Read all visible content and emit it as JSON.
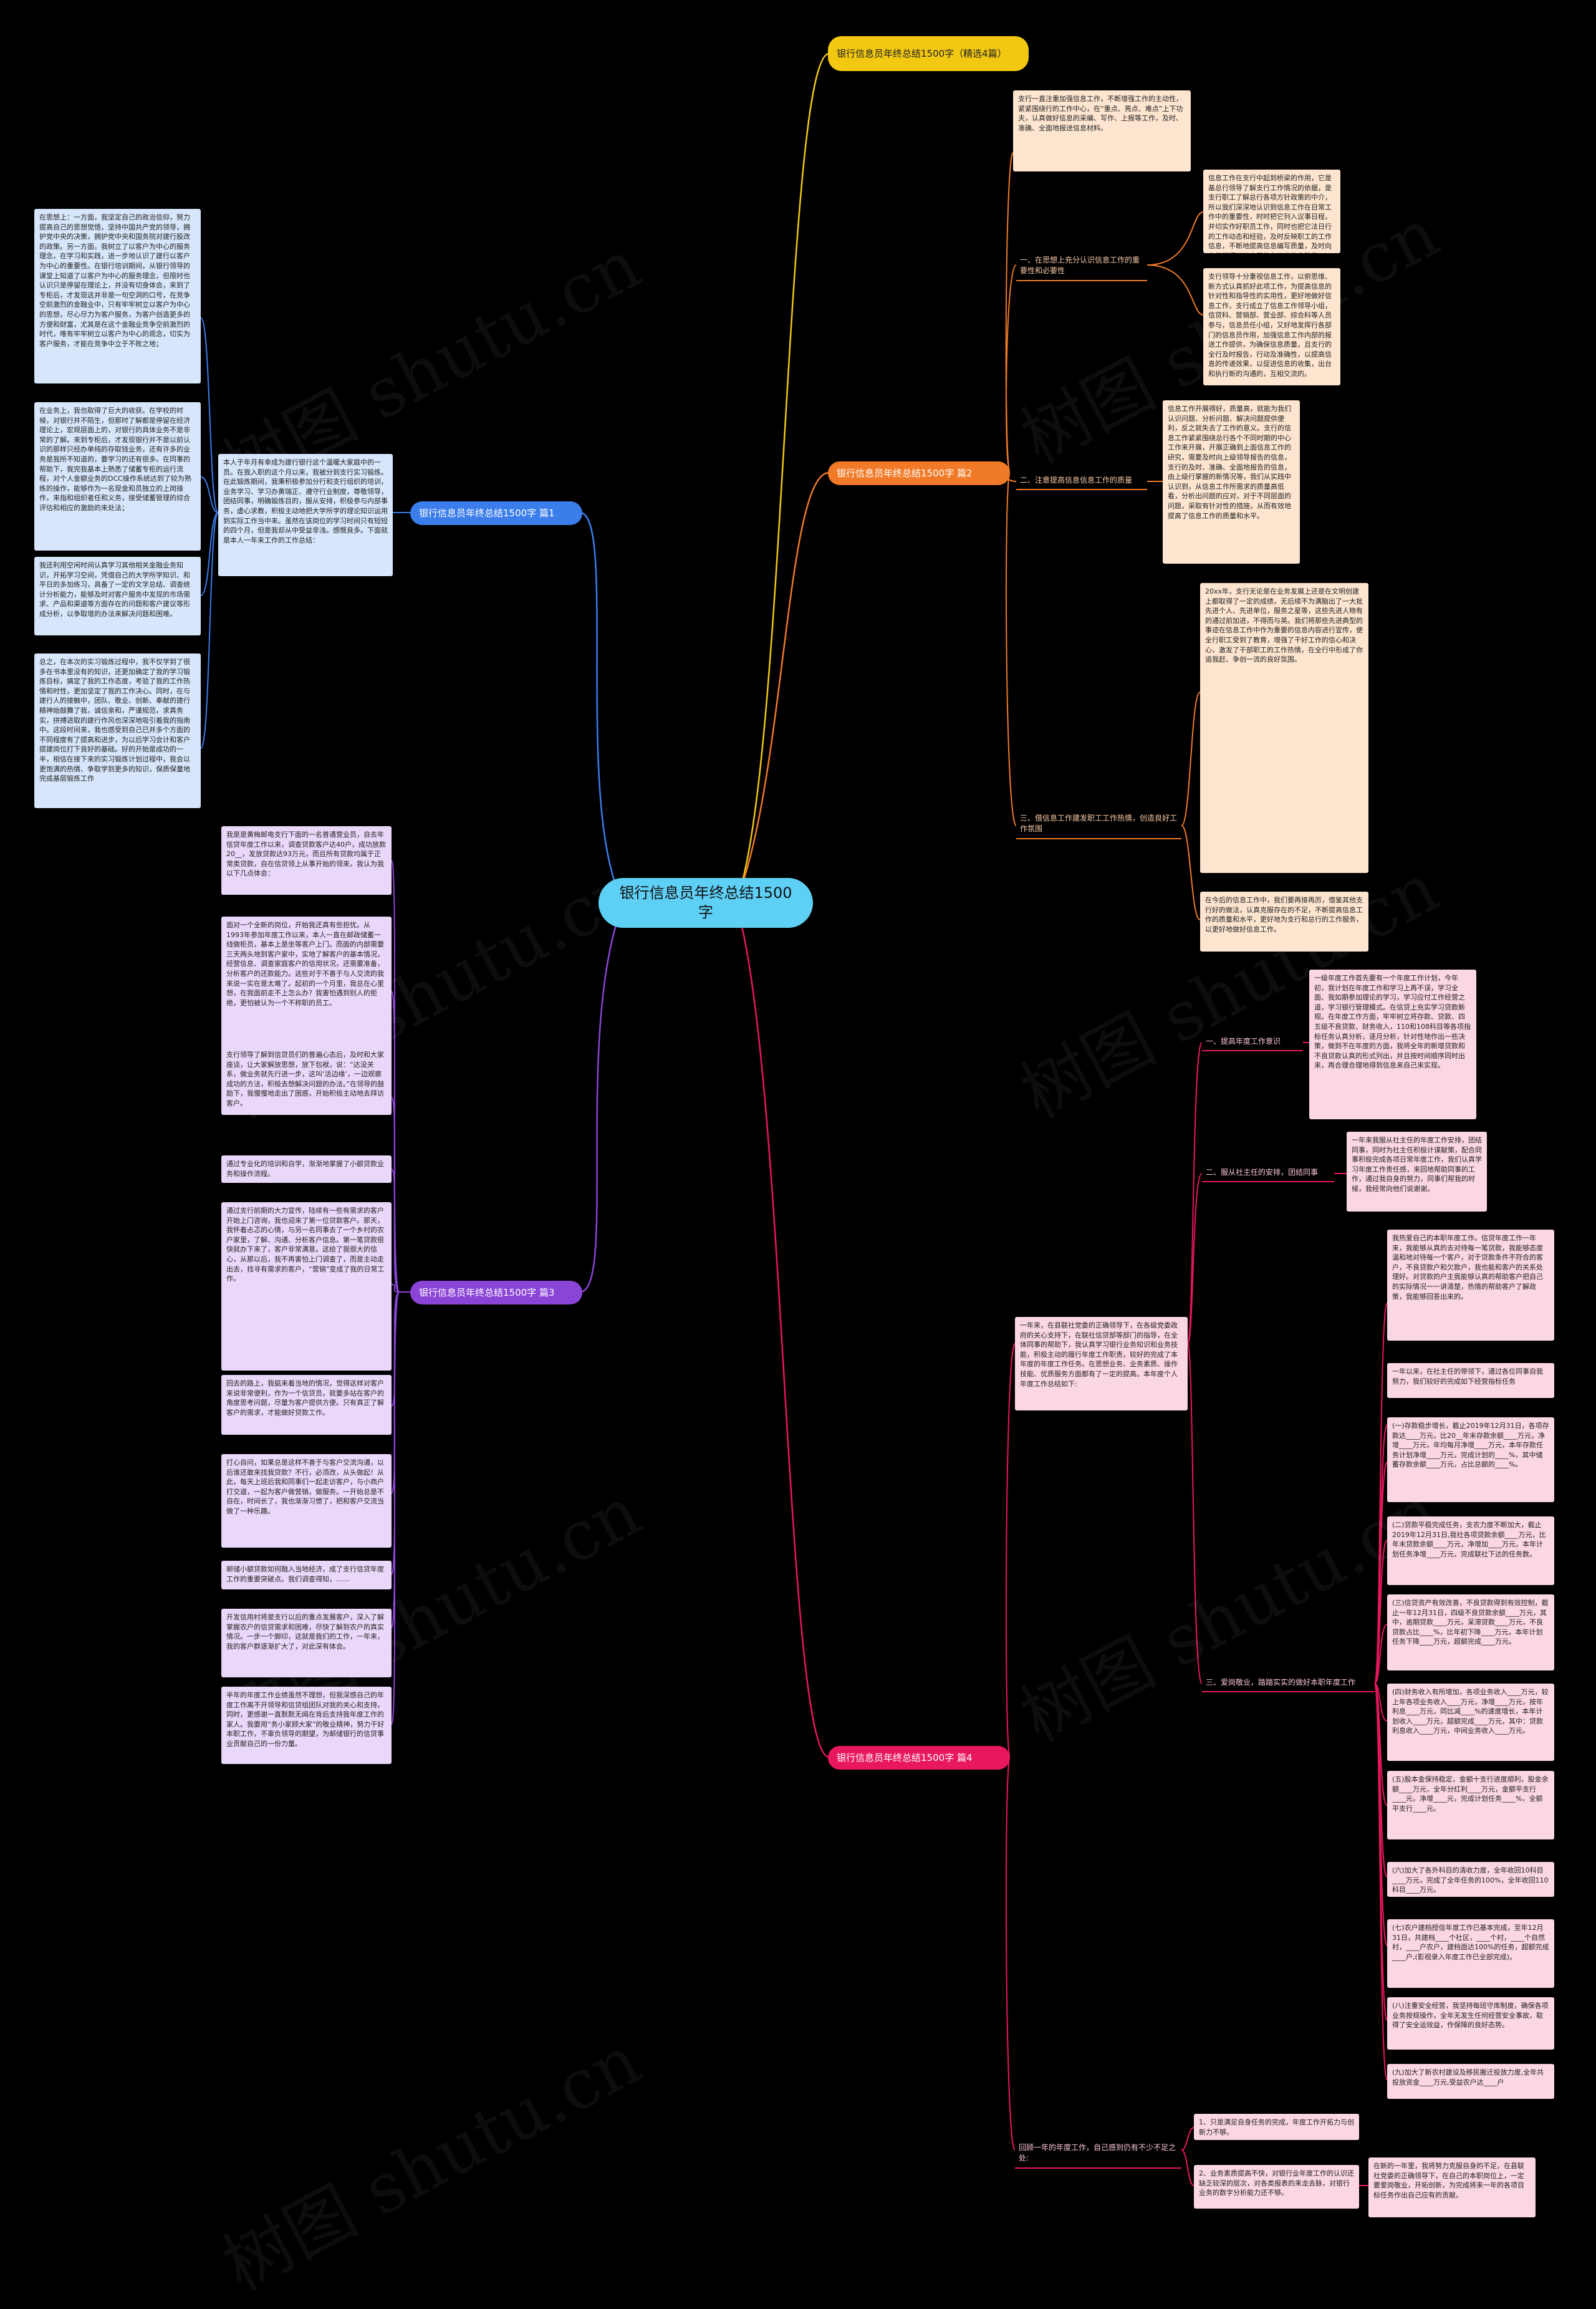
{
  "root": "银行信息员年终总结1500字",
  "branches": {
    "b0": "银行信息员年终总结1500字（精选4篇）",
    "b1": "银行信息员年终总结1500字 篇1",
    "b2": "银行信息员年终总结1500字 篇2",
    "b3": "银行信息员年终总结1500字 篇3",
    "b4": "银行信息员年终总结1500字 篇4"
  },
  "p1": {
    "intro": "本人于年月有幸成为建行银行这个温暖大家庭中的一员。在我入职的这个月以来，我被分到支行实习锻炼。在此锻炼期间，我秉积极参加分行和支行组织的培训，业务学习、学习办黄瑞正、遵守行业制度，尊敬领导，团结同事，明确锻炼目的，服从安排，积极参与内部事务，虚心求教，积极主动地把大学所学的理论知识运用到实际工作当中来。虽然在该岗位的学习时间只有短短的四个月，但是我却从中受益非浅。感慨良多。下面就是本人一年来工作的工作总结：",
    "leaves": [
      "在思想上：一方面，我坚定自己的政治信仰，努力提高自己的思想觉悟，坚持中国共产党的领导，拥护党中央的决策，拥护党中央和国务院对建行股改的政策。另一方面，我树立了以客户为中心的服务理念，在学习和实践，进一步地认识了建行以客户为中心的重要性。在银行培训期间，从银行领导的课堂上知道了以客户为中心的服务理念，但限时也认识只是停留在理论上，并没有切身体会，来到了专柜后，才发现这并非是一句空洞的口号，在竞争空前激烈的金融业中，只有牢牢树立以客户为中心的思想，尽心尽力为客户服务，为客户创造更多的方便和财富，尤其是在这个金融业竞争空前激烈的时代，唯有牢牢树立以客户为中心的观念，切实为客户服务，才能在竞争中立于不败之地；",
      "在业务上，我也取得了巨大的收获。在学校的时候，对银行并不陌生，但那时了解都是停留在经济理论上，宏观层面上的，对银行的具体业务不是非常的了解。来到专柜后，才发现银行并不是以前认识的那样只经办单纯的存取钱业务，还有许多的业务是我所不知道的，要学习的还有很多。在同事的帮助下，我完我基本上熟悉了储蓄专柜的运行流程，对个人金额业务的DCC操作系统达到了较为熟练的操作，能够作为一名现金和员独立的上岗操作，来指和组织者任和义务，接受储蓄管理的综合评估和相应的激励的来处法；",
      "我还利用空闲时间认真学习其他相关金融业务知识，开拓学习空间，凭借自己的大学所学知识、和平日的多加练习，具备了一定的文字总结、调查统计分析能力，能够及时对客户服务中发现的市场需求、产品和渠道等方面存在的问题和客户建议等形成分析，以争取增的办法来解决问题和困难。",
      "总之，在本次的实习锻炼过程中，我不仅学到了很多在书本里没有的知识，还更加确定了我的学习锻炼目标，搞定了我的工作态度，考验了我的工作热情和时性，更加坚定了我的工作决心。同时，在与建行人的接触中，团队、敬业、创新、奉献的建行精神始鼓舞了我，诚信亲和，严谨规范，求真务实，拼搏进取的建行作风也深深地吸引着我的指南中。这段时间来，我也感受到自己已并多个方面的不同程度有了提高和进步，为以后学习会计和客户提建岗位打下良好的基础。好的开始是成功的一半，相信在接下来的实习锻炼计划过程中，我会以更饱满的热情、争取学到更多的知识，保质保量地完成基层锻炼工作"
    ]
  },
  "p2": {
    "lead": "支行一直注重加强信息工作，不断增强工作的主动性，紧紧围绕行的工作中心，在“重点、亮点、难点”上下功夫，认真做好信息的采编、写作、上报等工作，及时、准确、全面地报送信息材料。",
    "s1": "一、在思想上充分认识信息工作的重要性和必要性",
    "s1_leaves": [
      "信息工作在支行中起到桥梁的作用，它是基总行领导了解支行工作情况的依据，是支行职工了解总行各项方针政策的中介，所以我们深深地认识到信息工作在日常工作中的重要性，时时把它列入议事日程，并切实作好职员工作，同时也把它法日行的工作动态和经验，及时反映职工的工作信息，不断地提高信息编写质量，及时向上级行报送了大量的有价值信息稿件。",
      "支行领导十分重视信息工作，以俯思维、新方式认真抓好此项工作，为提高信息的针对性和指导性的实用性，更好地做好信息工作，支行成立了信息工作领导小组，信贷科、营销部、营业部、综合科等人员参与，信息员任小组，又好地发挥行各部门的信息员作用，加强信息工作内部的报送工作提供，为确保信息质量，且支行的全行及时报告，行动及准确性，以提高信息的传递效果，以促进信息的收集，出台和执行新的沟通的，互相交流的。"
    ],
    "s2": "二、注意提高信息信息工作的质量",
    "s2_leaves": [
      "信息工作开展得好，质量高，就能为我们认识问题、分析问题、解决问题提供便利，反之就失去了工作的意义。支行的信息工作紧紧围绕总行各个不同时期的中心工作来开展，开展正确到上面信息工作的研究，需要及时向上级领导报告的信息，支行的及时、准确、全面地报告的信息，由上级行掌握的新情况等，我们从实践中认识到，从信息工作所需求的质量高低看，分析出问题的应对，对于不同层面的问题，采取有针对性的措施，从而有效地提高了信息工作的质量和水平。"
    ],
    "s3": "三、借信息工作建发职工工作热情，创造良好工作氛围",
    "s3_leaves": [
      "20xx年，支行无论是在业务发展上还是在文明创建上都取得了一定的成绩，无后续不为满脑出了一大批先进个人、先进单位，服务之星等，这些先进人物有的通过前加进，不得而与英。我们将那些先进典型的事迹在信息工作中作为重要的信息内容进行宣传，使全行职工受到了教育，增强了干好工作的信心和决心，激发了干部职工的工作热情，在全行中形成了你追我赶、争创一流的良好氛围。",
      "在今后的信息工作中，我们要再接再厉，借鉴其他支行好的做法，认真克服存在的不足，不断提高信息工作的质量和水平，更好地为支行和总行的工作服务，以更好地做好信息工作。"
    ]
  },
  "p3": {
    "leaves": [
      "我是是黄梅邮电支行下面的一名普通营业员，自去年信贷年度工作以来，调查贷款客户达40户，成功放款20__，发放贷款达93万元，而且所有贷款均属于正常类贷款，自在信贷领上从事开始的领来，我认为我以下几点体会：",
      "面对一个全新的岗位，开始我还真有些担忧。从1993年参加年度工作以来，本人一直在邮政储蓄一线做柜员，基本上是坐等客户上门。而面的内部需要三天两头地到客户家中，实地了解客户的基本情况，经营信息、调查家庭客户的信用状况，还需要准备，分析客户的还款能力。这些对于不善于与人交流的我来说一实在是太难了。起初的一个月里，我总在心里想，在我面前走不上怎么办？我害怕遇到别人的拒绝，更怕被认为一个不称职的员工。",
      "支行领导了解到信贷员们的普遍心态后，及时和大家座谈，让大家解放思想，放下包袱，说：“达没关系，做业务就先行进一步，这叫‘活边缘’，一边观察成功的方法，积极去想解决问题的办法。”在领导的鼓励下，我慢慢地走出了困惑，开始积极主动地去拜访客户。",
      "通过专业化的培训和自学，渐渐地掌握了小额贷款业务和操作流程。",
      "通过支行前期的大力宣传，陆续有一些有需求的客户开始上门咨询，我也迎来了第一位贷款客户。那天，我怀着忐忑的心情，与另一名同事去了一个乡村的农户家里，了解、沟通、分析客户信息。第一笔贷款很快就办下来了，客户非常满意。这给了我很大的信心，从那以后，我不再害怕上门调查了，而是主动走出去，找寻有需求的客户，“营销”变成了我的日常工作。",
      "回去的路上，我掂来着当地的情况，觉得这样对客户来说非常便利，作为一个信贷员，就要多站在客户的角度思考问题，尽量为客户提供方便。只有真正了解客户的需求，才能做好贷款工作。",
      "打心自问，如果总是这样不善于与客户交流沟通，以后谁还敢来找我贷款？不行，必须改，从头做起！从此，每天上班后我和同事们一起走访客户，与小商户打交道，一起为客户做营销，做服务。一开始总是不自在，时间长了，我也渐渐习惯了，把和客户交流当做了一种乐趣。",
      "邮储小额贷款如何融入当地经济，成了支行信贷年度工作的重要突破点。我们调查得知，……",
      "开发信用村将是支行以后的重点发展客户，深入了解掌握农户的信贷需求和困难，尽快了解到农户的真实情况。一步一个脚印，这就是我们的工作，一年来，我的客户群逐渐扩大了，对此深有体会。",
      "半年的年度工作业绩虽然不理想，但我深感自己的年度工作离不开领导和信贷组团队对我的关心和支持。同时，更感谢一直默默无闻在背后支持我年度工作的家人。我要用“务小家顾大家”的敬业精神，努力干好本职工作，不辜负领导的期望，为邮储银行的信贷事业贡献自己的一份力量。"
    ]
  },
  "p4": {
    "lead": "一年来，在县联社党委的正确领导下，在各级党委政府的关心支持下，在联社信贷部等部门的指导，在全体同事的帮助下，我认真学习银行业务知识和业务技能，积极主动的履行年度工作职责，较好的完成了本年度的年度工作任务。在思想业务、业务素质、操作技能、优质服务方面都有了一定的提高。本年度个人年度工作总结如下:",
    "s1": "一、提高年度工作意识",
    "s1_leaf": "一级年度工作首先要有一个年度工作计划，今年初，我计划在年度工作和学习上再不误，学习全面、我如期参加理论的学习，学习应付工作经营之道，学习银行管理模式。在信贷上充实学习贷款新规。在年度工作方面，牢牢树立将存款、贷款、四五级不良贷款、财务收入，110和108科目等各项指标任务认真分析，逐月分析，针对性地作出一些决策，做到不在年度的方面，我将全年的新增贷款和不良贷款认真的形式列出，并且按时间顺序同时出来，再合理合理地得到信息来自己来实现。",
    "s2": "二、服从社主任的安排，团结同事",
    "s2_leaf": "一年来我服从社主任的年度工作安排，团结同事，同时为社主任积极计谋献策，配合同事积极完成各项日常年度工作，我们认真学习年度工作责任感，来回地帮助同事的工作，通过我自身的努力，同事们帮我的时候，我经常向他们说谢谢。",
    "s3": "三、爱岗敬业，踏踏实实的做好本职年度工作",
    "s3_leaves": [
      "我热爱自己的本职年度工作。信贷年度工作一年来，我能够从真的去对待每一笔贷款，我能够态度温和地对待每一个客户，对于贷款条件不符合的客户，不良贷款户和欠款户，我也能和客户的关系处理好。对贷款的户主我能够认真的帮助客户把自己的实际情况一一讲清楚，热情的帮助客户了解政策，我能够回答出来的。",
      "一年以来，在社主任的带领下，通过各位同事自我努力，我们较好的完成如下经营指标任务",
      "(一)存款稳步增长，截止2019年12月31日，各项存款达____万元，比20__年末存款余额____万元，净增____万元，年均每月净增____万元，本年存款任务计划净增____万元，完成计划的____%，其中储蓄存款余额____万元，占比总额的____%。",
      "(二)贷款平稳完成任务，支农力度不断加大，截止2019年12月31日,我社各项贷款余额____万元，比年末贷款余额____万元，净增加____万元，本年计划任务净增____万元，完成联社下达的任务数。",
      "(三)信贷资产有效改善，不良贷款得到有效控制，截止一年12月31日，四级不良贷款余额____万元，其中，逾期贷款____万元，呆滞贷款____万元，不良贷款占比____%，比年初下降____万元，本年计划任务下降____万元，超额完成____万元。",
      "(四)财务收入有所增加，各项业务收入____万元，较上年各项业务收入____万元，净增____万元，按年利息____万元，同比减____%的速度增长，本年计划收入____万元，超额完成____万元，其中：贷款利息收入____万元，中间业务收入____万元。",
      "(五)股本金保持稳定，金额十支行进度顺利，股金余额____万元，全年分红利____万元，金额平支行____元，净增____元，完成计划任务____%，全额平支行____元。",
      "(六)加大了各外科目的清收力度，全年收回10科目____万元，完成了全年任务的100%，全年收回110科目____万元。",
      "(七)农户建档授信年度工作已基本完成，至年12月31日，共建档____个社区，____个村，____个自然村，____户农户，建档面达100%的任务，超额完成____户,(影视录入年度工作已全部完成)。",
      "(八)注重安全经营，我坚持每班守库制度，确保各项业务按规操作，全年无发生任何经营安全事故，取得了安全运效益，作保障的良好态势。",
      "(九)加大了新农村建设及移民搬迁投放力度,全年共投放资金____万元,受益农户达____户"
    ],
    "s4": "回顾一年的年度工作，自己感到仍有不少不足之处:",
    "s4_leaves": [
      "1、只是满足自身任务的完成，年度工作开拓力与创新力不够。",
      "2、业务素质提高不快，对银行业年度工作的认识还缺乏较深的层次，对各类报表的来龙去脉，对银行业务的数字分析能力还不够。",
      "在新的一年里，我将努力克服自身的不足，在县联社党委的正确领导下，在自己的本职岗位上，一定要爱岗敬业，开拓创新，为完成将来一年的各项目标任务作出自己应有的贡献。"
    ]
  },
  "watermark": "树图 shutu.cn"
}
